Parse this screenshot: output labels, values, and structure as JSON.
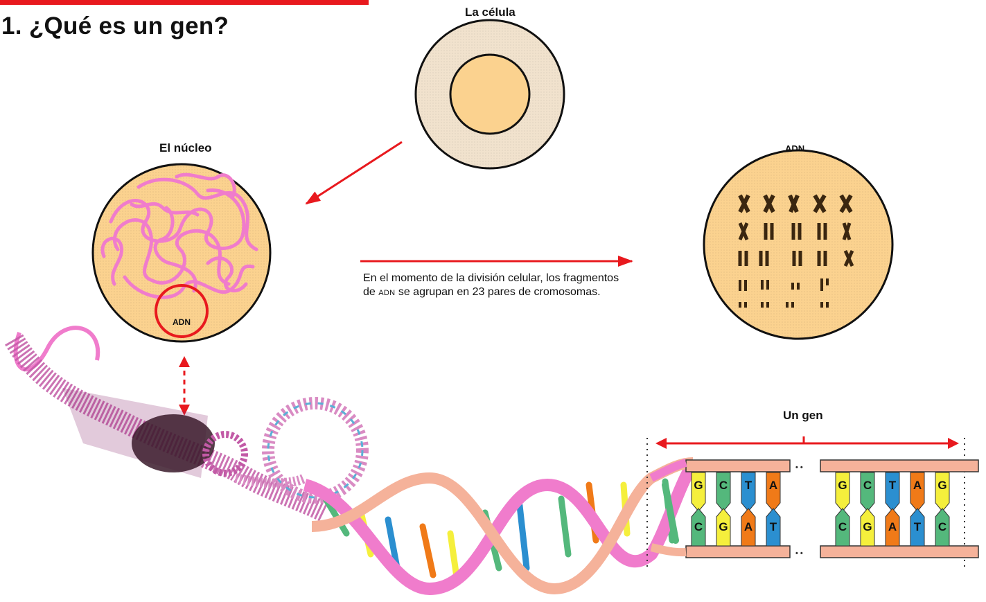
{
  "title": "1. ¿Qué es un gen?",
  "labels": {
    "cell": "La célula",
    "nucleus": "El núcleo",
    "dna_top": "ADN",
    "dna_circle": "ADN",
    "gene": "Un gen"
  },
  "caption": {
    "part1": "En el momento de la división celular, los fragmentos de",
    "abbr": "ADN",
    "part2": "se agrupan en 23 pares de cromosomas."
  },
  "gene_bases": {
    "group1_top": [
      "G",
      "C",
      "T",
      "A"
    ],
    "group1_bottom": [
      "C",
      "G",
      "A",
      "T"
    ],
    "group2_top": [
      "G",
      "C",
      "T",
      "A",
      "G"
    ],
    "group2_bottom": [
      "C",
      "G",
      "A",
      "T",
      "C"
    ]
  },
  "colors": {
    "accent_red": "#e8191e",
    "cell_fill": "#fbd28f",
    "cytoplasm": "#f1e2cd",
    "chromatin_pink": "#f07ccc",
    "base_G": "#f5ef3c",
    "base_C": "#54b87c",
    "base_T": "#2b8fd0",
    "base_A": "#f07a18",
    "backbone": "#f5b29a"
  }
}
